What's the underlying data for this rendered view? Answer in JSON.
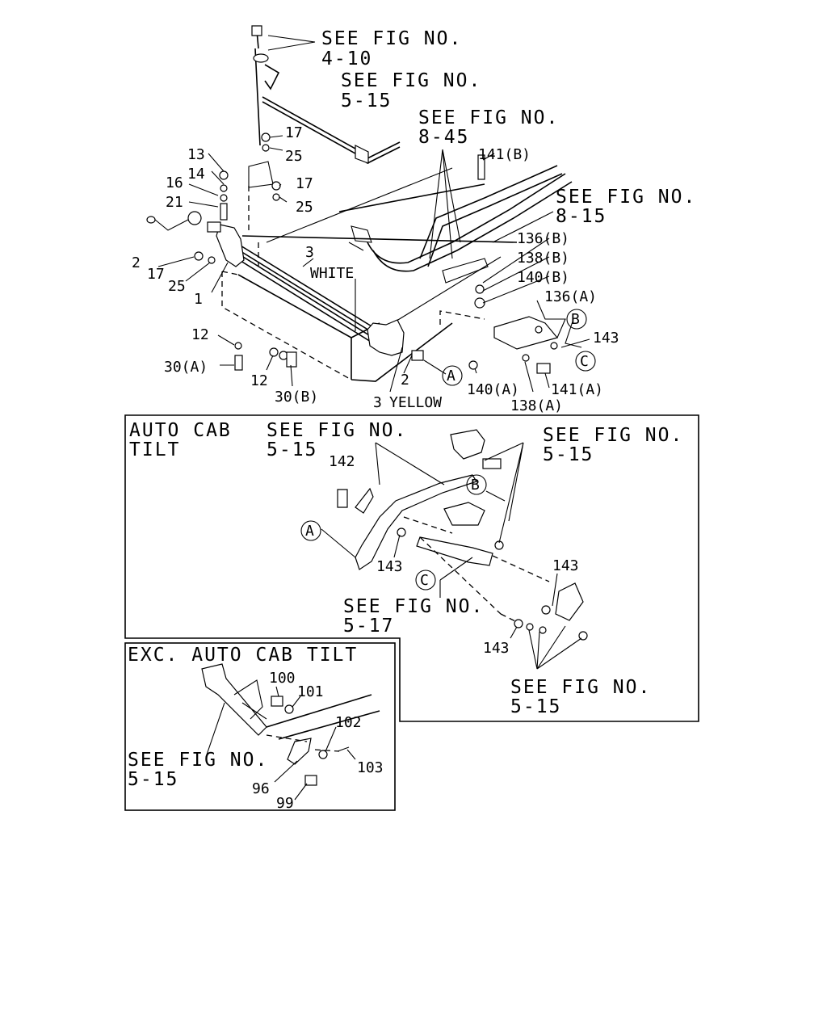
{
  "refs": {
    "fig_4_10": [
      "SEE FIG NO.",
      "4-10"
    ],
    "fig_5_15_top": [
      "SEE FIG NO.",
      "5-15"
    ],
    "fig_8_45": [
      "SEE FIG NO.",
      "8-45"
    ],
    "fig_8_15": [
      "SEE FIG NO.",
      "8-15"
    ],
    "fig_5_15_auto_a": [
      "SEE FIG NO.",
      "5-15"
    ],
    "fig_5_15_auto_b": [
      "SEE FIG NO.",
      "5-15"
    ],
    "fig_5_17": [
      "SEE FIG NO.",
      "5-17"
    ],
    "fig_5_15_auto_c": [
      "SEE FIG NO.",
      "5-15"
    ],
    "fig_5_15_exc": [
      "SEE FIG NO.",
      "5-15"
    ]
  },
  "sections": {
    "auto_title": [
      "AUTO CAB",
      "TILT"
    ],
    "exc_title": "EXC. AUTO CAB TILT"
  },
  "parts": {
    "p1": "1",
    "p2a": "2",
    "p2b": "2",
    "p3a": "3",
    "p3b": "3",
    "white": "WHITE",
    "yellow": "YELLOW",
    "p12a": "12",
    "p12b": "12",
    "p13": "13",
    "p14": "14",
    "p16": "16",
    "p17a": "17",
    "p17b": "17",
    "p17c": "17",
    "p21": "21",
    "p25a": "25",
    "p25b": "25",
    "p25c": "25",
    "p30a": "30(A)",
    "p30b": "30(B)",
    "p136a": "136(A)",
    "p136b": "136(B)",
    "p138a": "138(A)",
    "p138b": "138(B)",
    "p140a": "140(A)",
    "p140b": "140(B)",
    "p141a": "141(A)",
    "p141b": "141(B)",
    "p142": "142",
    "p143a": "143",
    "p143b": "143",
    "p143c": "143",
    "p143d": "143",
    "p96": "96",
    "p99": "99",
    "p100": "100",
    "p101": "101",
    "p102": "102",
    "p103": "103"
  },
  "markers": {
    "A": "A",
    "B": "B",
    "C": "C"
  }
}
